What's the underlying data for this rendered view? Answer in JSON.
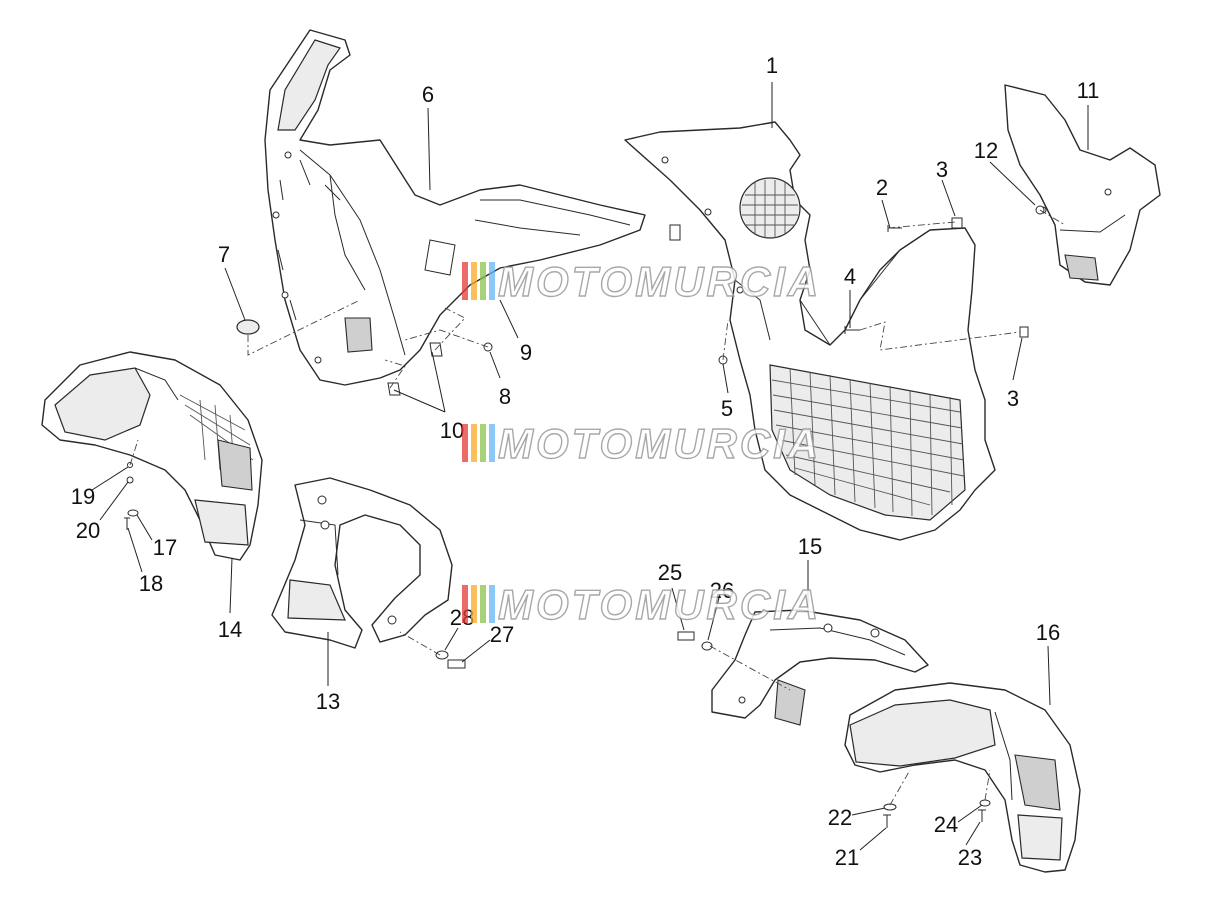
{
  "watermark": {
    "text": "MOTOMURCIA",
    "stripe_colors": [
      "#e53935",
      "#f9a825",
      "#8bc34a",
      "#64b5f6"
    ]
  },
  "callouts": [
    "1",
    "2",
    "3",
    "3",
    "4",
    "5",
    "6",
    "7",
    "8",
    "9",
    "10",
    "11",
    "12",
    "13",
    "14",
    "15",
    "16",
    "17",
    "18",
    "19",
    "20",
    "21",
    "22",
    "23",
    "24",
    "25",
    "26",
    "27",
    "28"
  ]
}
